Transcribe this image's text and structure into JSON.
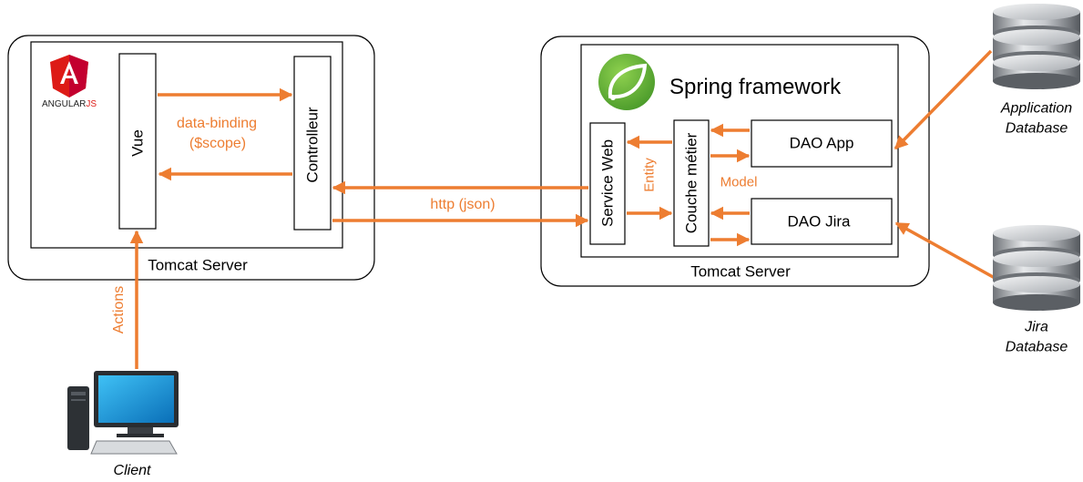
{
  "colors": {
    "arrow": "#ED7D31",
    "box_border": "#000000",
    "background": "#ffffff"
  },
  "logos": {
    "angular": {
      "icon": "angularjs-shield-logo",
      "text_main": "ANGULAR",
      "text_accent": "JS"
    },
    "spring": {
      "icon": "spring-leaf-logo"
    }
  },
  "left_server": {
    "label": "Tomcat Server",
    "vue_label": "Vue",
    "controller_label": "Controlleur",
    "binding_label_line1": "data-binding",
    "binding_label_line2": "($scope)"
  },
  "right_server": {
    "label": "Tomcat Server",
    "spring_title": "Spring framework",
    "service_web_label": "Service Web",
    "couche_label": "Couche métier",
    "dao_app_label": "DAO App",
    "dao_jira_label": "DAO Jira",
    "entity_label": "Entity",
    "model_label": "Model"
  },
  "connections": {
    "http_label": "http (json)",
    "actions_label": "Actions"
  },
  "databases": {
    "application_label": "Application\nDatabase",
    "jira_label": "Jira\nDatabase",
    "icon": "database-cylinder-icon"
  },
  "client": {
    "label": "Client",
    "icon": "desktop-computer-icon"
  }
}
